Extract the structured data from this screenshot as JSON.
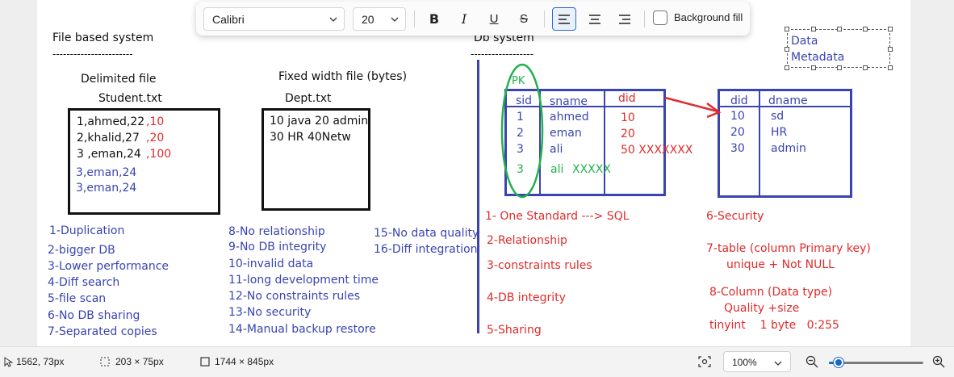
{
  "toolbar": {
    "font_family": "Calibri",
    "font_size": "20",
    "background_fill_label": "Background fill",
    "background_fill_checked": false,
    "alignment": "left"
  },
  "canvas": {
    "file_based_title": "File based system",
    "file_based_underline": "-----------------------",
    "delimited_label": "Delimited file",
    "student_file": "Student.txt",
    "student_rows": [
      {
        "text": "1,ahmed,22",
        "extra": ",10"
      },
      {
        "text": "2,khalid,27",
        "extra": ",20"
      },
      {
        "text": "3 ,eman,24",
        "extra": ",100"
      }
    ],
    "duplicate_rows": [
      "3,eman,24",
      "3,eman,24"
    ],
    "fixed_width_label": "Fixed width file (bytes)",
    "dept_file": "Dept.txt",
    "dept_rows": [
      "10 java 20 admin",
      "30 HR 40Netw"
    ],
    "issues_col1": [
      "1-Duplication",
      "2-bigger DB",
      "3-Lower performance",
      "4-Diff search",
      "5-file scan",
      "6-No DB sharing",
      "7-Separated copies"
    ],
    "issues_col2": [
      "8-No relationship",
      "9-No DB integrity",
      "10-invalid data",
      "11-long development time",
      "12-No constraints rules",
      "13-No security",
      "14-Manual backup restore"
    ],
    "issues_col3": [
      "15-No data quality",
      "16-Diff integration"
    ],
    "db_title": "Db system",
    "db_underline": "------------------",
    "pk_label": "PK",
    "student_table": {
      "headers": [
        "sid",
        "sname",
        "did"
      ],
      "rows": [
        [
          "1",
          "ahmed",
          "10"
        ],
        [
          "2",
          "eman",
          "20"
        ],
        [
          "3",
          "ali",
          "50 XXXXXXX"
        ]
      ],
      "invalid_row": [
        "3",
        "ali",
        "XXXXX"
      ]
    },
    "dept_table": {
      "headers": [
        "did",
        "dname"
      ],
      "rows": [
        [
          "10",
          "sd"
        ],
        [
          "20",
          "HR"
        ],
        [
          "30",
          "admin"
        ]
      ]
    },
    "benefits_col1": [
      "1- One Standard ---> SQL",
      "2-Relationship",
      "3-constraints rules",
      "4-DB integrity",
      "5-Sharing"
    ],
    "benefits_col2": {
      "security": "6-Security",
      "table_pk": "7-table (column Primary key)",
      "unique_not_null": "unique + Not NULL",
      "column_type": "8-Column (Data type)",
      "quality_size": "Quality +size",
      "tinyint": "tinyint    1 byte   0:255"
    },
    "textbox_lines": [
      "Data",
      "Metadata"
    ]
  },
  "status": {
    "cursor_pos": "1562, 73px",
    "selection_size": "203 × 75px",
    "canvas_size": "1744 × 845px",
    "zoom": "100%",
    "zoom_level": 0.1
  },
  "colors": {
    "ink_blue": "#3a44b0",
    "ink_red": "#e02b2b",
    "ink_green": "#22b14c",
    "accent": "#1a66c9"
  }
}
